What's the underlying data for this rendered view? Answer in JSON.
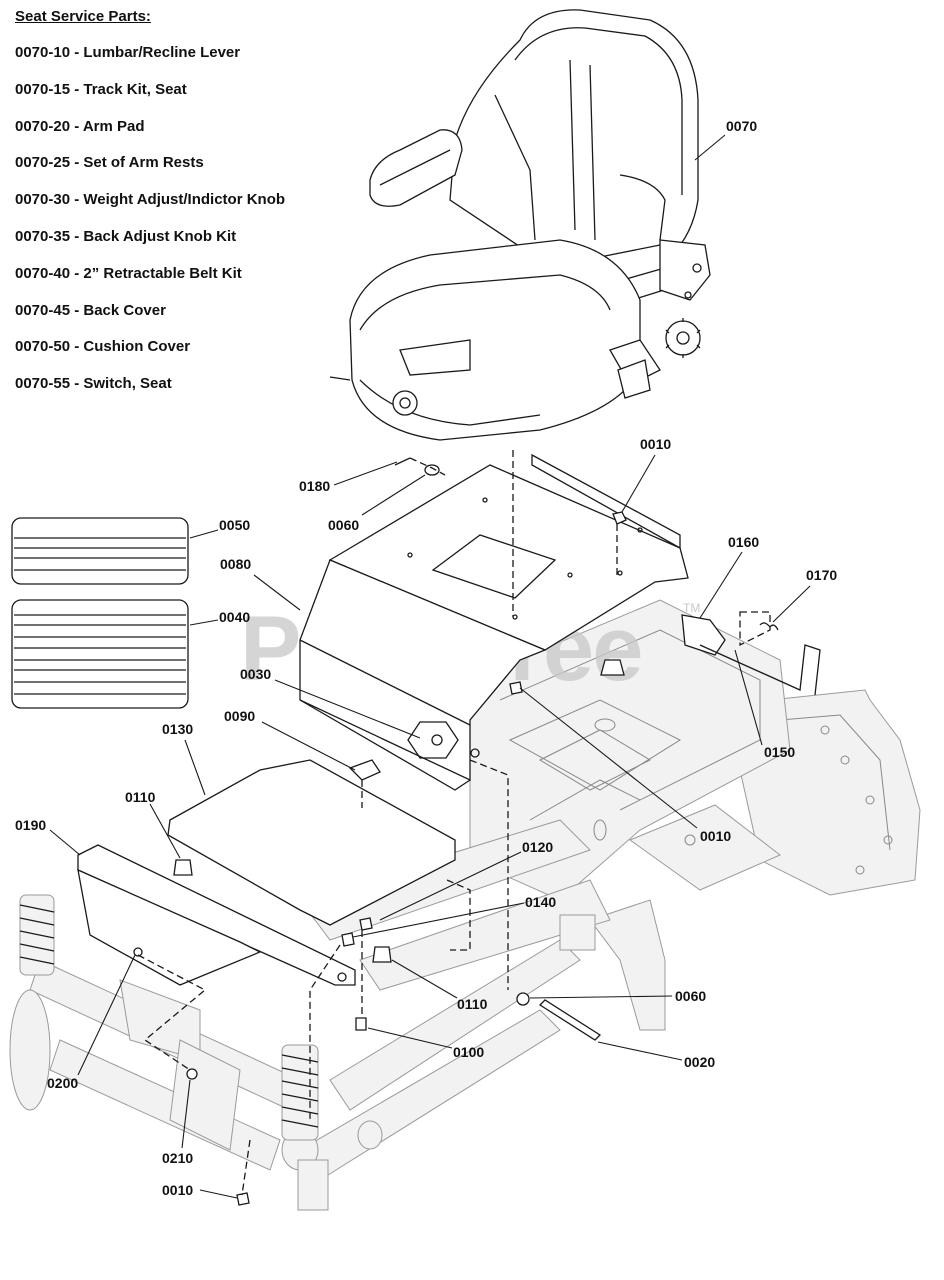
{
  "service_parts": {
    "title": "Seat Service Parts:",
    "items": [
      "0070-10 - Lumbar/Recline Lever",
      "0070-15 - Track Kit, Seat",
      "0070-20 - Arm Pad",
      "0070-25 - Set of Arm Rests",
      "0070-30 - Weight Adjust/Indictor Knob",
      "0070-35 - Back Adjust Knob Kit",
      "0070-40 - 2” Retractable Belt Kit",
      "0070-45 - Back Cover",
      "0070-50 - Cushion Cover",
      "0070-55 - Switch, Seat"
    ]
  },
  "watermark": {
    "text": "PartsTree",
    "trademark": "TM"
  },
  "callouts": {
    "c0070": "0070",
    "c0010_top": "0010",
    "c0180": "0180",
    "c0060_top": "0060",
    "c0050": "0050",
    "c0080": "0080",
    "c0160": "0160",
    "c0170": "0170",
    "c0040": "0040",
    "c0030": "0030",
    "c0150": "0150",
    "c0090": "0090",
    "c0130": "0130",
    "c0010_mid": "0010",
    "c0110_left": "0110",
    "c0190": "0190",
    "c0120": "0120",
    "c0140": "0140",
    "c0110_mid": "0110",
    "c0060_bottom": "0060",
    "c0100": "0100",
    "c0020": "0020",
    "c0200": "0200",
    "c0210": "0210",
    "c0010_bottom": "0010"
  }
}
